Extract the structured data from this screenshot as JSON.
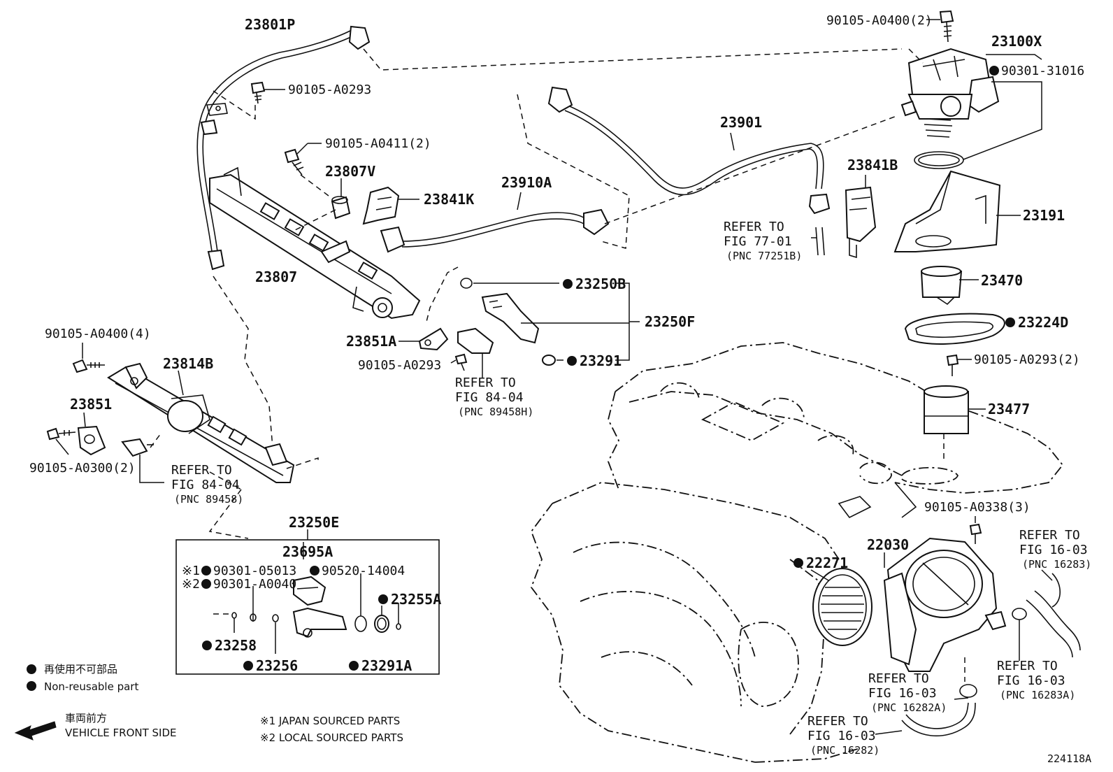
{
  "diagram_id": "224118A",
  "labels": {
    "l_23801P": "23801P",
    "l_90105_A0293_top": "90105-A0293",
    "l_90105_A0411": "90105-A0411(2)",
    "l_23807V": "23807V",
    "l_23841K": "23841K",
    "l_23910A": "23910A",
    "l_23807": "23807",
    "l_23250B": "23250B",
    "l_23250F": "23250F",
    "l_23851A": "23851A",
    "l_90105_A0293_mid": "90105-A0293",
    "l_23291": "23291",
    "l_refer_84_04_a1": "REFER TO",
    "l_refer_84_04_a2": "FIG 84-04",
    "l_refer_84_04_a3": "(PNC 89458H)",
    "l_90105_A0400_4": "90105-A0400(4)",
    "l_23814B": "23814B",
    "l_23851": "23851",
    "l_90105_A0300": "90105-A0300(2)",
    "l_refer_84_04_b1": "REFER TO",
    "l_refer_84_04_b2": "FIG 84-04",
    "l_refer_84_04_b3": "(PNC 89458)",
    "l_23250E": "23250E",
    "l_23695A": "23695A",
    "l_90301_05013": "90301-05013",
    "l_90301_A0040": "90301-A0040",
    "l_90520_14004": "90520-14004",
    "l_23255A": "23255A",
    "l_23258": "23258",
    "l_23256": "23256",
    "l_23291A": "23291A",
    "l_mark1": "※1",
    "l_mark2": "※2",
    "l_90105_A0400_2": "90105-A0400(2)",
    "l_23100X": "23100X",
    "l_90301_31016": "90301-31016",
    "l_23901": "23901",
    "l_23841B": "23841B",
    "l_refer_77_01_1": "REFER TO",
    "l_refer_77_01_2": "FIG 77-01",
    "l_refer_77_01_3": "(PNC 77251B)",
    "l_23191": "23191",
    "l_23470": "23470",
    "l_23224D": "23224D",
    "l_90105_A0293_2": "90105-A0293(2)",
    "l_23477": "23477",
    "l_90105_A0338": "90105-A0338(3)",
    "l_22271": "22271",
    "l_22030": "22030",
    "l_refer_16283_1": "REFER TO",
    "l_refer_16283_2": "FIG 16-03",
    "l_refer_16283_3": "(PNC 16283)",
    "l_refer_16283A_1": "REFER TO",
    "l_refer_16283A_2": "FIG 16-03",
    "l_refer_16283A_3": "(PNC 16283A)",
    "l_refer_16282A_1": "REFER TO",
    "l_refer_16282A_2": "FIG 16-03",
    "l_refer_16282A_3": "(PNC 16282A)",
    "l_refer_16282_1": "REFER TO",
    "l_refer_16282_2": "FIG 16-03",
    "l_refer_16282_3": "(PNC 16282)"
  },
  "legend": {
    "nonreusable_jp": "再使用不可部品",
    "nonreusable_en": "Non-reusable part",
    "front_jp": "車両前方",
    "front_en": "VEHICLE FRONT SIDE",
    "note1": "※1 JAPAN SOURCED PARTS",
    "note2": "※2 LOCAL SOURCED PARTS"
  }
}
